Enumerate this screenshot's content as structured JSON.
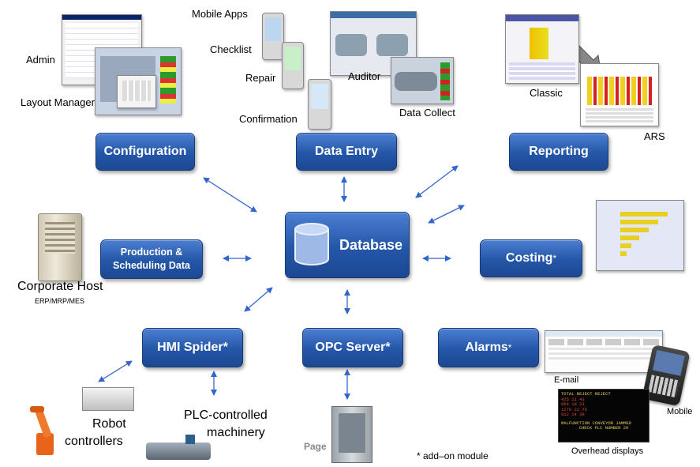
{
  "boxes": {
    "configuration": "Configuration",
    "data_entry": "Data Entry",
    "reporting": "Reporting",
    "database": "Database",
    "production_line1": "Production &",
    "production_line2": "Scheduling Data",
    "costing": "Costing",
    "hmi_spider": "HMI Spider*",
    "opc_server": "OPC Server*",
    "alarms": "Alarms"
  },
  "star": "*",
  "labels": {
    "admin": "Admin",
    "layout_manager": "Layout Manager",
    "mobile_apps": "Mobile Apps",
    "checklist": "Checklist",
    "repair": "Repair",
    "confirmation": "Confirmation",
    "auditor": "Auditor",
    "data_collect": "Data Collect",
    "classic": "Classic",
    "ars": "ARS",
    "corporate_host": "Corporate Host",
    "erp": "ERP/MRP/MES",
    "robot_line1": "Robot",
    "robot_line2": "controllers",
    "plc_line1": "PLC-controlled",
    "plc_line2": "machinery",
    "page": "Page",
    "addon": "* add–on module",
    "email": "E-mail",
    "mobile": "Mobile",
    "overhead": "Overhead displays"
  },
  "overhead_display": {
    "header": "TOTAL  REJECT  REJECT",
    "rows": [
      "425   11   41",
      "864   18   23",
      "1276  22   75",
      "912   14   39"
    ],
    "alert1": "MALFUNCTION  CONVEYOR  JAMMED",
    "alert2": "CHECK PLC NUMBER 20"
  },
  "colors": {
    "box_blue": "#2456a8",
    "arrow_blue": "#3366cc"
  }
}
